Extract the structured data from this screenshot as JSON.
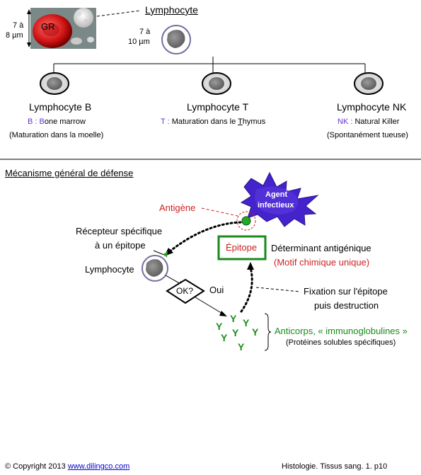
{
  "top": {
    "size_gr": {
      "line1": "7 à",
      "line2": "8 µm"
    },
    "gr_label": "GR",
    "lymphocyte_title": "Lymphocyte",
    "size_lympho": {
      "line1": "7 à",
      "line2": "10 µm"
    },
    "types": [
      {
        "name": "Lymphocyte B",
        "letter": "B",
        "colon": " : ",
        "desc_first": "B",
        "desc_rest": "one marrow",
        "sub": "(Maturation dans la moelle)"
      },
      {
        "name": "Lymphocyte T",
        "letter": "T",
        "colon": " : ",
        "desc_pre": "Maturation dans le ",
        "desc_T": "T",
        "desc_rest": "hymus"
      },
      {
        "name": "Lymphocyte NK",
        "letter": "NK",
        "colon": " : ",
        "desc": "Natural Killer",
        "sub": "(Spontanément tueuse)"
      }
    ]
  },
  "mechanism": {
    "title": "Mécanisme général de défense",
    "agent_line1": "Agent",
    "agent_line2": "infectieux",
    "antigene": "Antigène",
    "recepteur_line1": "Récepteur spécifique",
    "recepteur_line2": "à un épitope",
    "lymphocyte": "Lymphocyte",
    "ok": "OK?",
    "oui": "Oui",
    "epitope": "Épitope",
    "determinant": "Déterminant antigénique",
    "motif": "(Motif chimique unique)",
    "fixation_line1": "Fixation sur l'épitope",
    "fixation_line2": "puis destruction",
    "anticorps": "Anticorps, « immunoglobulines »",
    "proteines": "(Protéines solubles spécifiques)",
    "antibody_glyph": "Y"
  },
  "footer": {
    "copyright": "© Copyright 2013",
    "link": "www.dilingco.com",
    "page": "Histologie. Tissus sang. 1.  p10"
  },
  "colors": {
    "purple": "#6633cc",
    "red": "#cc2222",
    "green": "#1a8a1a",
    "agent": "#4422cc",
    "link": "#0000cc"
  }
}
